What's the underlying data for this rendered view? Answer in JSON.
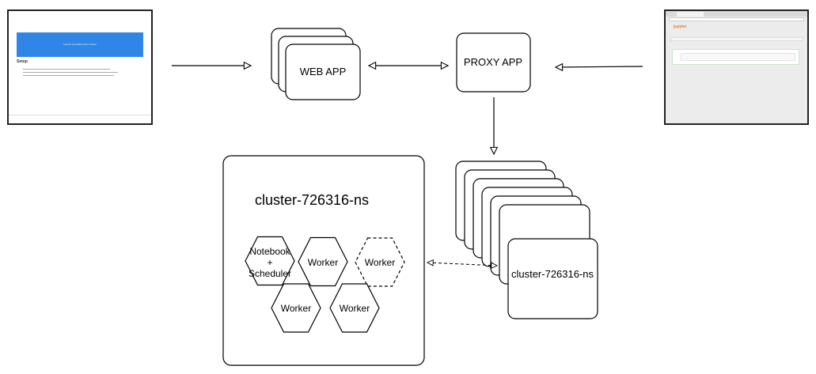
{
  "nodes": {
    "web_app": "WEB APP",
    "proxy_app": "PROXY APP",
    "cluster_namespace": "cluster-726316-ns",
    "cluster_stack_front": "cluster-726316-ns"
  },
  "pods": {
    "notebook_scheduler": [
      "Notebook",
      "+",
      "Scheduler"
    ],
    "worker_1": "Worker",
    "worker_dashed": "Worker",
    "worker_2": "Worker",
    "worker_3": "Worker"
  },
  "left_screenshot": {
    "banner": "Launch a Parallel GoPy Cluster",
    "setup_heading": "Setup"
  },
  "right_screenshot": {
    "logo": "jupyter"
  },
  "colors": {
    "stroke": "#000000",
    "banner_blue": "#2f86e6",
    "jupyter_orange": "#f37626"
  }
}
